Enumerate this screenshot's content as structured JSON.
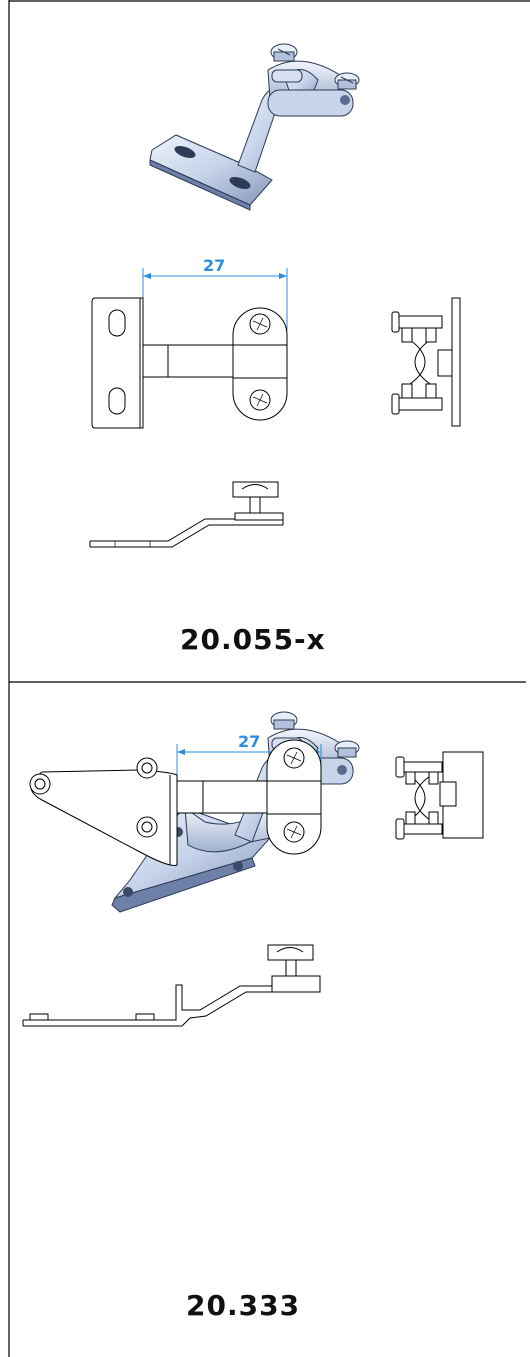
{
  "parts": [
    {
      "part_number": "20.055-x",
      "dimension": "27"
    },
    {
      "part_number": "20.333",
      "dimension": "27"
    }
  ],
  "colors": {
    "dimension": "#2a8fe0",
    "metal_light": "#dfe8f6",
    "metal_dark": "#7f93b8",
    "line": "#000000"
  }
}
